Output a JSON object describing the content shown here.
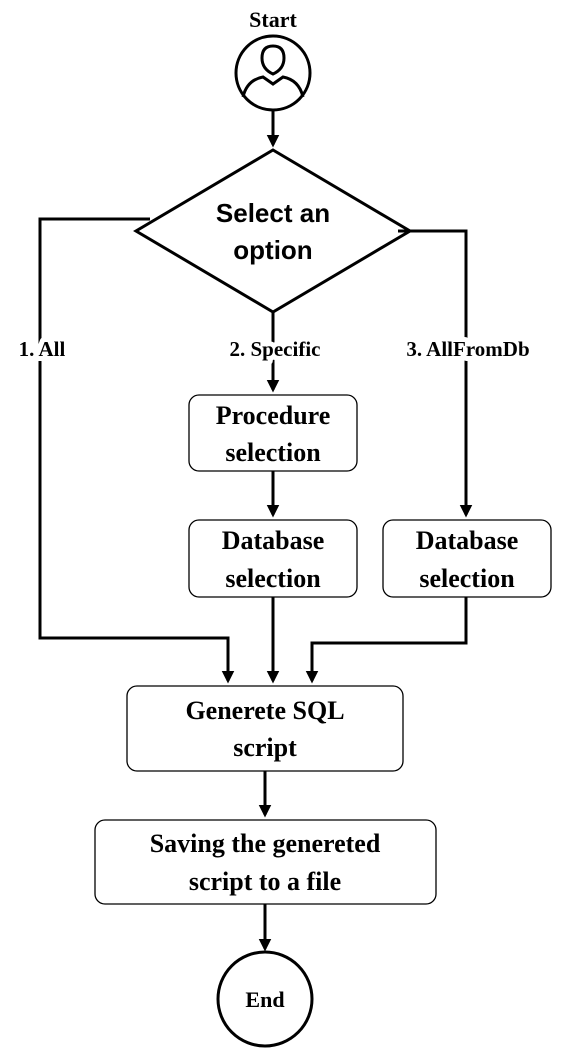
{
  "diagram": {
    "start_label": "Start",
    "decision": {
      "line1": "Select an",
      "line2": "option"
    },
    "branches": {
      "all": "1. All",
      "specific": "2. Specific",
      "allfromdb": "3. AllFromDb"
    },
    "procedure_selection": {
      "line1": "Procedure",
      "line2": "selection"
    },
    "database_selection_specific": {
      "line1": "Database",
      "line2": "selection"
    },
    "database_selection_allfromdb": {
      "line1": "Database",
      "line2": "selection"
    },
    "generate_sql": {
      "line1": "Generete SQL",
      "line2": "script"
    },
    "save_file": {
      "line1": "Saving the genereted",
      "line2": "script to a file"
    },
    "end_label": "End",
    "icons": {
      "start": "user-icon"
    },
    "colors": {
      "stroke": "#000000",
      "fill": "#ffffff"
    }
  }
}
